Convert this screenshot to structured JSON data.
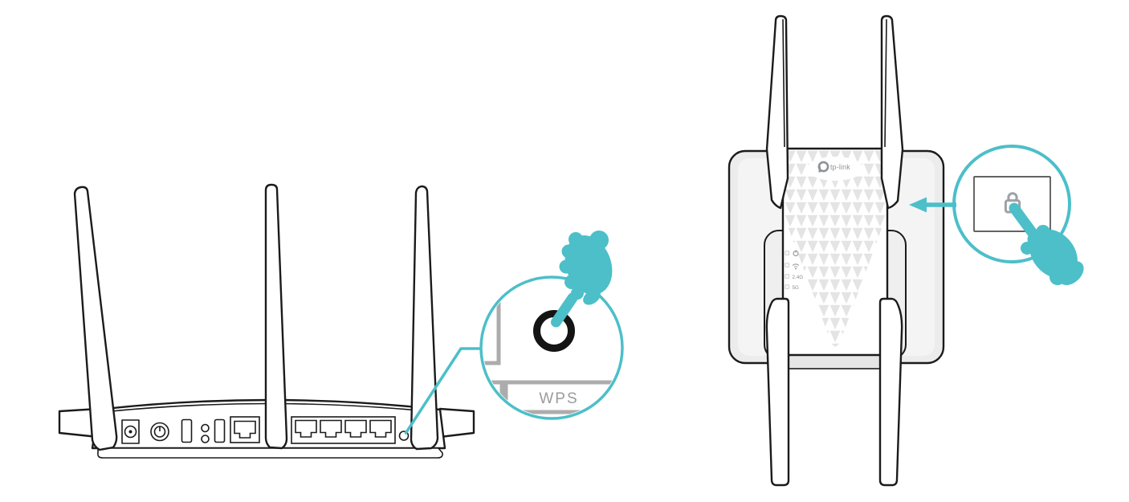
{
  "colors": {
    "accent_teal": "#4CBFC9",
    "outline_ink": "#1B1B1B",
    "callout_gray": "#ACACAC",
    "label_gray": "#9B9B9B",
    "button_dark_gray": "#4D4D4D",
    "lock_gray": "#9DA2A6",
    "plate_fill": "#ECECEC",
    "plate_inner_fill": "#F4F4F4",
    "housing_fill": "#EFEFEF",
    "underside_fill": "#E6E6E6",
    "pattern_gray": "#E4E4E4",
    "led_text_gray": "#8C8C8C",
    "logo_gray": "#8F9396"
  },
  "router": {
    "name": "wireless-router-rear-view",
    "callout": {
      "button_label": "WPS"
    }
  },
  "extender": {
    "name": "wall-plug-range-extender-front-view",
    "brand": "tp-link",
    "led_24g": "2.4G",
    "led_5g": "5G"
  }
}
